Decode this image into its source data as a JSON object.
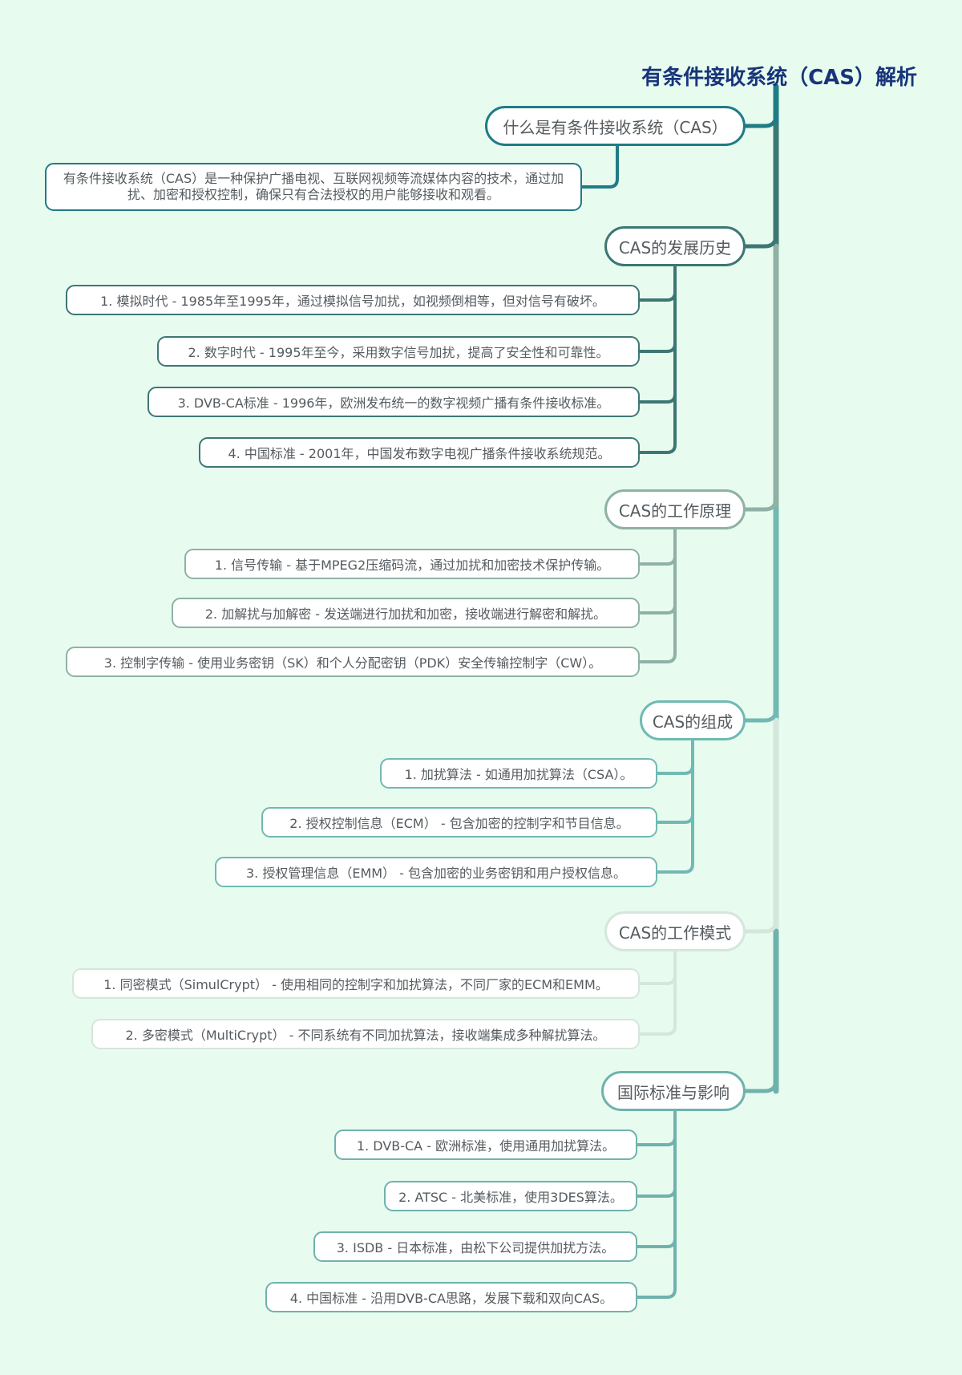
{
  "title": "有条件接收系统（CAS）解析",
  "intro": {
    "label": "什么是有条件接收系统（CAS）",
    "description": "有条件接收系统（CAS）是一种保护广播电视、互联网视频等流媒体内容的技术，通过加扰、加密和授权控制，确保只有合法授权的用户能够接收和观看。"
  },
  "branches": [
    {
      "label": "CAS的发展历史",
      "color": "#3d7774",
      "items": [
        "1. 模拟时代 - 1985年至1995年，通过模拟信号加扰，如视频倒相等，但对信号有破坏。",
        "2. 数字时代 - 1995年至今，采用数字信号加扰，提高了安全性和可靠性。",
        "3. DVB-CA标准 - 1996年，欧洲发布统一的数字视频广播有条件接收标准。",
        "4. 中国标准 - 2001年，中国发布数字电视广播条件接收系统规范。"
      ]
    },
    {
      "label": "CAS的工作原理",
      "color": "#8fb1a6",
      "items": [
        "1. 信号传输 - 基于MPEG2压缩码流，通过加扰和加密技术保护传输。",
        "2. 加解扰与加解密 - 发送端进行加扰和加密，接收端进行解密和解扰。",
        "3. 控制字传输 - 使用业务密钥（SK）和个人分配密钥（PDK）安全传输控制字（CW）。"
      ]
    },
    {
      "label": "CAS的组成",
      "color": "#71b9b3",
      "items": [
        "1. 加扰算法 - 如通用加扰算法（CSA）。",
        "2. 授权控制信息（ECM） - 包含加密的控制字和节目信息。",
        "3. 授权管理信息（EMM） - 包含加密的业务密钥和用户授权信息。"
      ]
    },
    {
      "label": "CAS的工作模式",
      "color": "#d5e6dc",
      "items": [
        "1. 同密模式（SimulCrypt） - 使用相同的控制字和加扰算法，不同厂家的ECM和EMM。",
        "2. 多密模式（MultiCrypt） - 不同系统有不同加扰算法，接收端集成多种解扰算法。"
      ]
    },
    {
      "label": "国际标准与影响",
      "color": "#6fb2ad",
      "items": [
        "1. DVB-CA - 欧洲标准，使用通用加扰算法。",
        "2. ATSC - 北美标准，使用3DES算法。",
        "3. ISDB - 日本标准，由松下公司提供加扰方法。",
        "4. 中国标准 - 沿用DVB-CA思路，发展下载和双向CAS。"
      ]
    }
  ],
  "colors": {
    "background": "#e8fbef",
    "title": "#17357a",
    "intro": "#1f7c85"
  }
}
